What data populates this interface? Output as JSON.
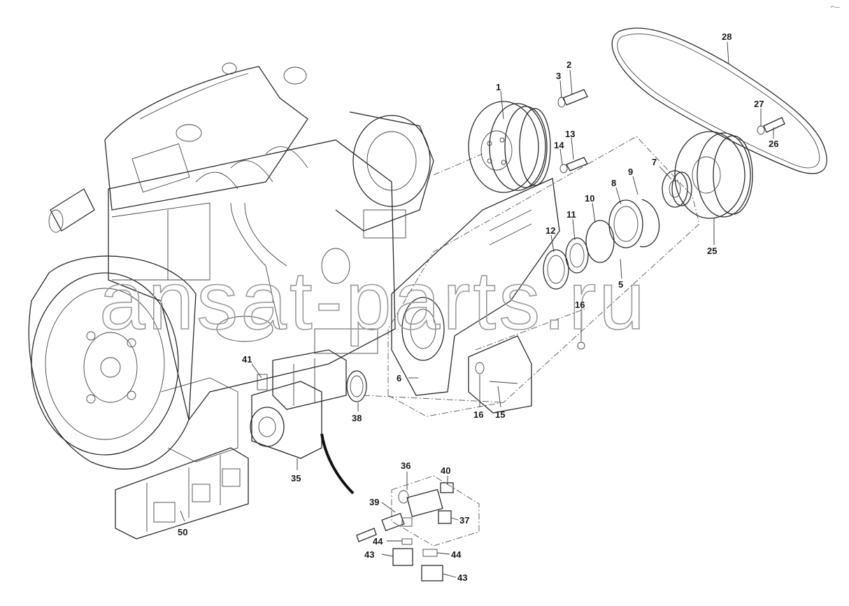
{
  "watermark": "ansat-parts.ru",
  "corner_mark": "⌐ ̶ ̶",
  "labels": [
    "1",
    "2",
    "3",
    "13",
    "14",
    "28",
    "27",
    "26",
    "7",
    "25",
    "8",
    "9",
    "10",
    "11",
    "12",
    "5",
    "16",
    "6",
    "16",
    "15",
    "41",
    "38",
    "35",
    "50",
    "36",
    "40",
    "39",
    "37",
    "44",
    "43",
    "44",
    "43"
  ]
}
